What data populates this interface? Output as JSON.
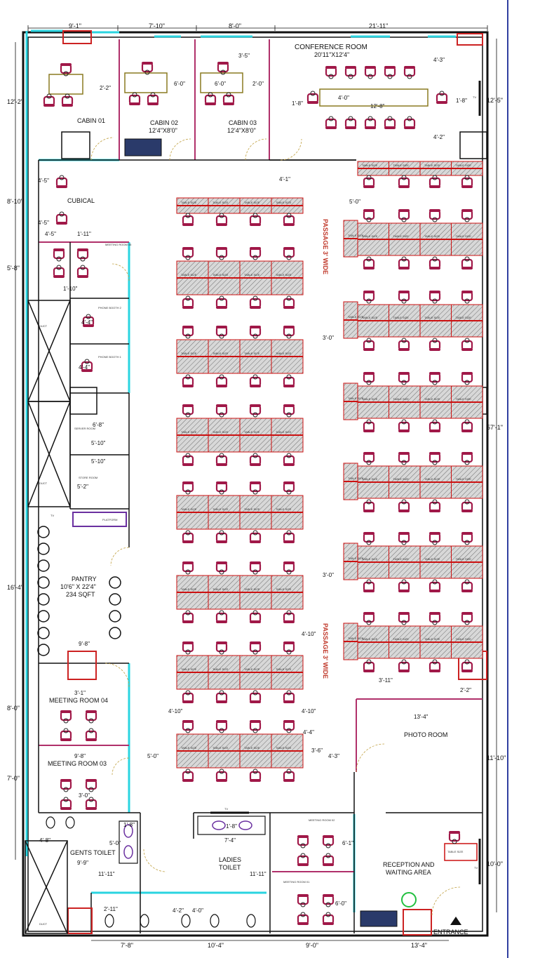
{
  "rooms": {
    "conference": {
      "name": "CONFERENCE ROOM",
      "size": "20'11\"X12'4\""
    },
    "cabin01": "CABIN 01",
    "cabin02": {
      "name": "CABIN 02",
      "size": "12'4\"X8'0\""
    },
    "cabin03": {
      "name": "CABIN 03",
      "size": "12'4\"X8'0\""
    },
    "cubical": "CUBICAL",
    "meeting05": "MEETING ROOM 05",
    "phone_booth_2": "PHONE BOOTH 2",
    "phone_booth_1": "PHONE BOOTH 1",
    "duct": "DUCT",
    "server": "SERVER ROOM",
    "store": "STORE ROOM",
    "platform": "PLATFORM",
    "pantry": {
      "name": "PANTRY",
      "size": "10'6\" X 22'4\"",
      "area": "234 SQFT"
    },
    "meeting04": "MEETING ROOM 04",
    "meeting03": "MEETING ROOM 03",
    "meeting02": "MEETING ROOM 02",
    "meeting01": "MEETING ROOM 01",
    "gents_toilet": "GENTS TOILET",
    "ladies_toilet": {
      "line1": "LADIES",
      "line2": "TOILET"
    },
    "photo": "PHOTO ROOM",
    "reception": {
      "line1": "RECEPTION AND",
      "line2": "WAITING AREA"
    },
    "entrance": "ENTRANCE",
    "tv": "TV",
    "passage": "PASSAGE 3' WIDE",
    "table_size": "TABLE SIZE"
  },
  "dimensions": {
    "top": [
      "9'-1\"",
      "7'-10\"",
      "8'-0\"",
      "21'-11\""
    ],
    "left": [
      "12'-2\"",
      "8'-10\"",
      "5'-8\"",
      "16'-4\"",
      "8'-0\"",
      "7'-0\""
    ],
    "right": [
      "12'-5\"",
      "57'-1\"",
      "11'-10\"",
      "10'-0\""
    ],
    "bottom": [
      "7'-8\"",
      "10'-4\"",
      "9'-0\"",
      "13'-4\""
    ],
    "inner": {
      "d_3_5": "3'-5\"",
      "d_2_2": "2'-2\"",
      "d_6_0": "6'-0\"",
      "d_6_0b": "6'-0\"",
      "d_2_0": "2'-0\"",
      "d_4_3": "4'-3\"",
      "d_4_0": "4'-0\"",
      "d_12_8": "12'-8\"",
      "d_1_8": "1'-8\"",
      "d_1_8b": "1'-8\"",
      "d_4_2": "4'-2\"",
      "d_4_1": "4'-1\"",
      "d_5_0": "5'-0\"",
      "d_4_5": "4'-5\"",
      "d_4_5b": "4'-5\"",
      "d_4_5c": "4'-5\"",
      "d_1_11": "1'-11\"",
      "d_1_10": "1'-10\"",
      "d_4_4": "4'-4\"",
      "d_4_4b": "4'-4\"",
      "d_6_8": "6'-8\"",
      "d_5_10": "5'-10\"",
      "d_5_10b": "5'-10\"",
      "d_5_2": "5'-2\"",
      "d_3_0": "3'-0\"",
      "d_3_0b": "3'-0\"",
      "d_9_8": "9'-8\"",
      "d_4_10": "4'-10\"",
      "d_4_10b": "4'-10\"",
      "d_4_10c": "4'-10\"",
      "d_3_1": "3'-1\"",
      "d_3_11": "3'-11\"",
      "d_2_2b": "2'-2\"",
      "d_13_4": "13'-4\"",
      "d_9_8b": "9'-8\"",
      "d_5_0b": "5'-0\"",
      "d_4_4c": "4'-4\"",
      "d_3_6": "3'-6\"",
      "d_4_3b": "4'-3\"",
      "d_3_0c": "3'-0\"",
      "d_4_8": "4'-8\"",
      "d_5_0c": "5'-0\"",
      "d_1_8c": "1'-8\"",
      "d_9_9": "9'-9\"",
      "d_11_11": "11'-11\"",
      "d_11_11b": "11'-11\"",
      "d_7_4": "7'-4\"",
      "d_1_8d": "1'-8\"",
      "d_6_1": "6'-1\"",
      "d_6_0c": "6'-0\"",
      "d_2_11": "2'-11\"",
      "d_4_2b": "4'-2\"",
      "d_4_0b": "4'-0\""
    }
  },
  "colors": {
    "wall": "#111111",
    "partition": "#b0306a",
    "glass": "#2ad4e0",
    "chair": "#a01848",
    "desk_line": "#cc1111",
    "column": "#cc2222",
    "text_red": "#c0392b"
  }
}
